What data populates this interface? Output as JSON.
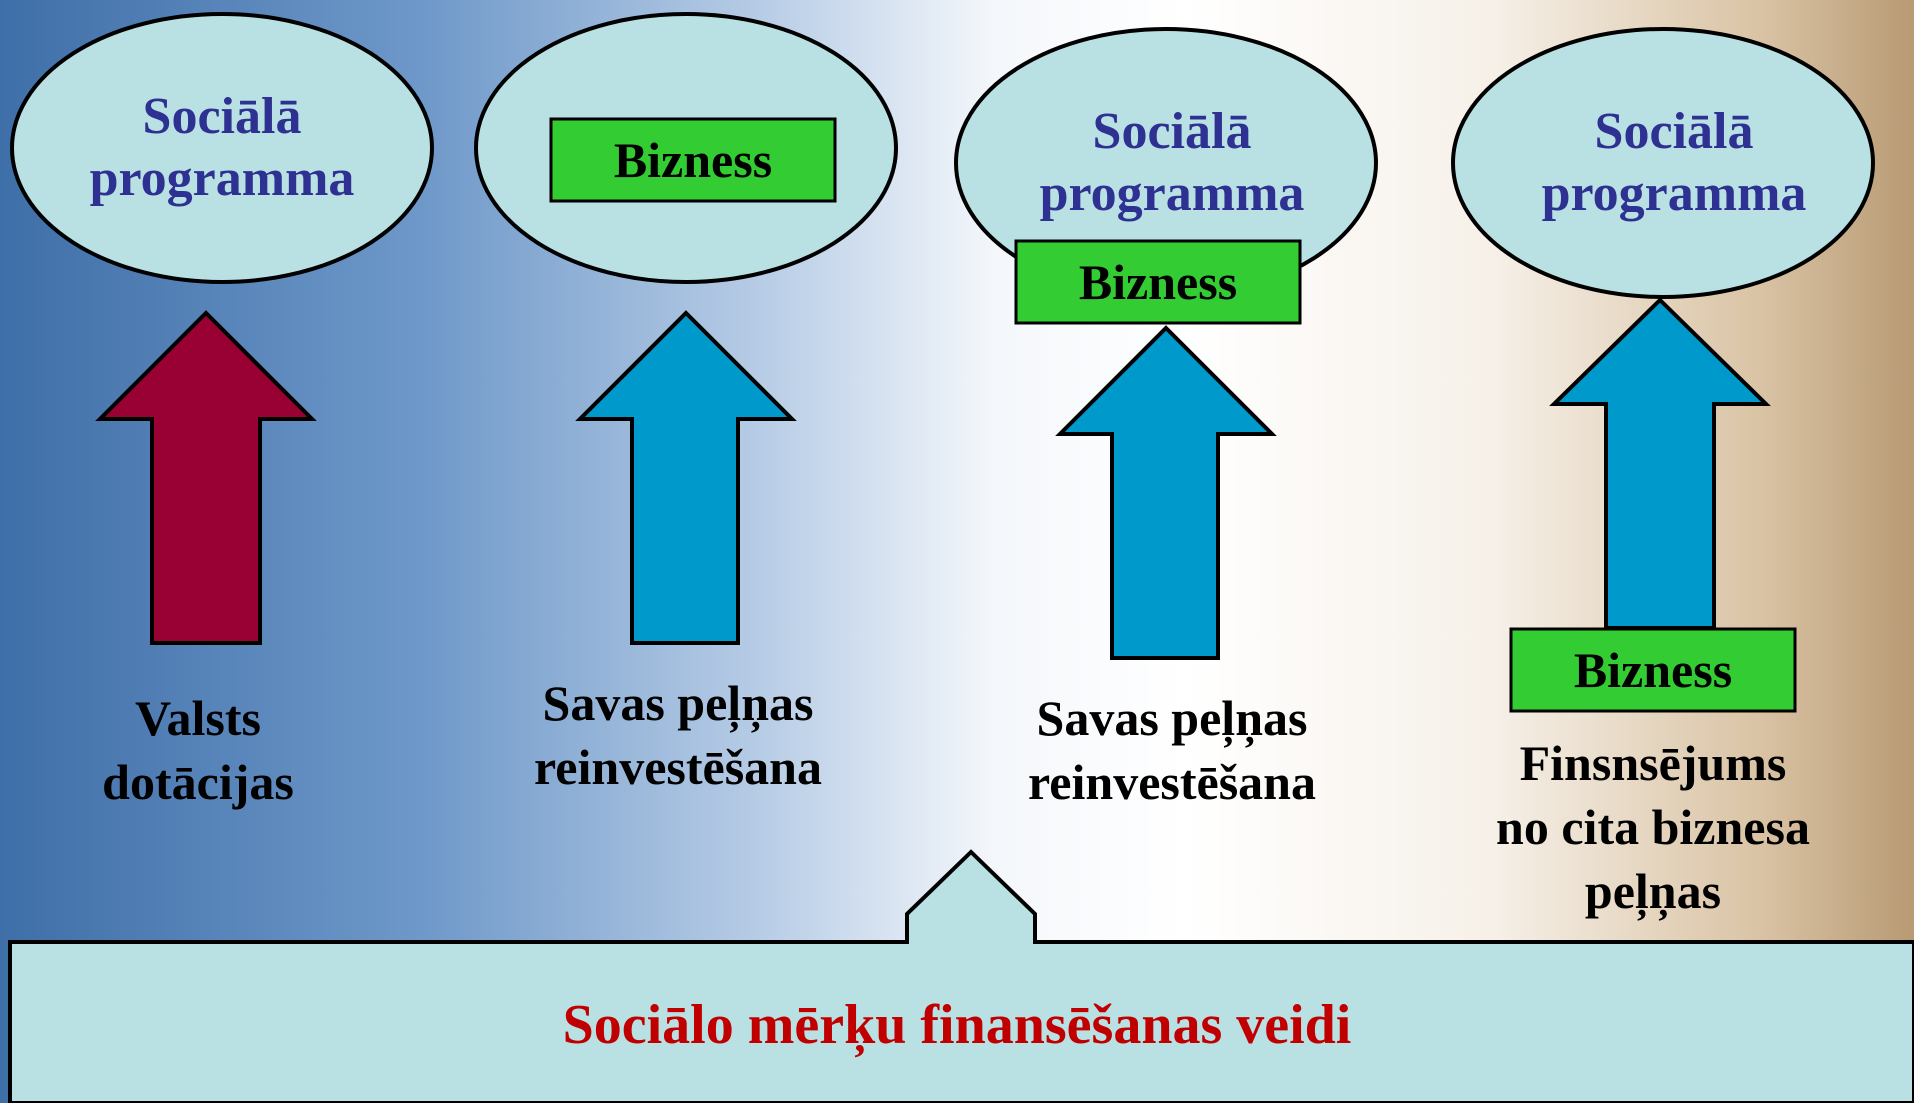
{
  "colors": {
    "oval_fill": "#b9e1e3",
    "oval_text": "#2e3192",
    "box_fill": "#33cc33",
    "arrow_state": "#990033",
    "arrow_self": "#0099cc",
    "footer_fill": "#b9e1e3",
    "footer_text": "#c00000"
  },
  "models": [
    {
      "goal": "Sociālā\nprogramma",
      "arrow": "state-funding",
      "caption": "Valsts\ndotācijas"
    },
    {
      "goal": "Bizness",
      "arrow": "reinvestment",
      "caption": "Savas peļņas\nreinvestēšana"
    },
    {
      "goal": "Sociālā\nprogramma",
      "business_label": "Bizness",
      "arrow": "reinvestment",
      "caption": "Savas peļņas\nreinvestēšana"
    },
    {
      "goal": "Sociālā\nprogramma",
      "business_label": "Bizness",
      "arrow": "external-business",
      "caption": "Finsnsējums\nno cita biznesa\npeļņas"
    }
  ],
  "footer": {
    "title": "Sociālo mērķu finansēšanas veidi"
  }
}
